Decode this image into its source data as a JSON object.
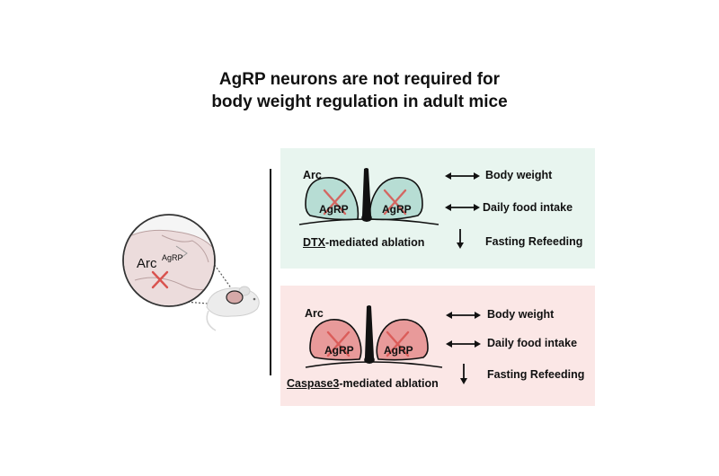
{
  "title": {
    "line1": "AgRP neurons are not required for",
    "line2": "body weight regulation in adult mice"
  },
  "inset": {
    "arc_label": "Arc",
    "superscript": "AgRP"
  },
  "top_panel": {
    "region_label": "Arc",
    "neuron_label": "AgRP",
    "method_underlined": "DTX",
    "method_rest": "-mediated ablation",
    "outcomes": [
      "Body weight",
      "Daily food intake",
      "Fasting Refeeding"
    ],
    "fill_color": "#e8f5ef",
    "lobe_color": "#b7ddd4"
  },
  "bottom_panel": {
    "region_label": "Arc",
    "neuron_label": "AgRP",
    "method_underlined": "Caspase3",
    "method_rest": "-mediated ablation",
    "outcomes": [
      "Body weight",
      "Daily food intake",
      "Fasting Refeeding"
    ],
    "fill_color": "#fbe7e6",
    "lobe_color": "#e89a9a"
  },
  "icons": [
    "bidirectional-arrow-icon",
    "down-arrow-icon",
    "cross-mark-icon",
    "mouse-icon",
    "brain-icon",
    "magnifier-icon"
  ],
  "colors": {
    "cross": "#d9534f",
    "text": "#111111"
  }
}
